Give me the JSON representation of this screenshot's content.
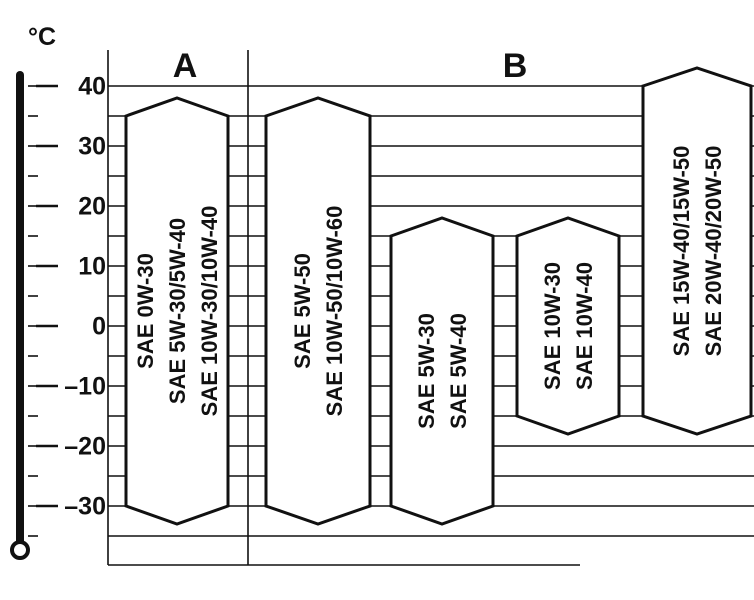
{
  "unit": "°C",
  "axis": {
    "ticks": [
      {
        "value": 40,
        "label": "40"
      },
      {
        "value": 30,
        "label": "30"
      },
      {
        "value": 20,
        "label": "20"
      },
      {
        "value": 10,
        "label": "10"
      },
      {
        "value": 0,
        "label": "0"
      },
      {
        "value": -10,
        "label": "–10"
      },
      {
        "value": -20,
        "label": "–20"
      },
      {
        "value": -30,
        "label": "–30"
      }
    ]
  },
  "columns": {
    "a": {
      "label": "A"
    },
    "b": {
      "label": "B"
    }
  },
  "colors": {
    "ink": "#111111",
    "background": "#ffffff"
  },
  "chart_data": {
    "type": "table",
    "unit": "°C",
    "yticks": [
      40,
      30,
      20,
      10,
      0,
      -10,
      -20,
      -30
    ],
    "groups": [
      "A",
      "B"
    ],
    "bands": [
      {
        "group": "A",
        "grades": [
          "SAE 0W-30",
          "SAE 5W-30/5W-40",
          "SAE 10W-30/10W-40"
        ],
        "min_temp": -30,
        "max_temp": 35
      },
      {
        "group": "B",
        "grades": [
          "SAE 5W-50",
          "SAE 10W-50/10W-60"
        ],
        "min_temp": -30,
        "max_temp": 35
      },
      {
        "group": "B",
        "grades": [
          "SAE 5W-30",
          "SAE 5W-40"
        ],
        "min_temp": -30,
        "max_temp": 15
      },
      {
        "group": "B",
        "grades": [
          "SAE 10W-30",
          "SAE 10W-40"
        ],
        "min_temp": -15,
        "max_temp": 15
      },
      {
        "group": "B",
        "grades": [
          "SAE 15W-40/15W-50",
          "SAE 20W-40/20W-50"
        ],
        "min_temp": -15,
        "max_temp": 40
      }
    ]
  }
}
